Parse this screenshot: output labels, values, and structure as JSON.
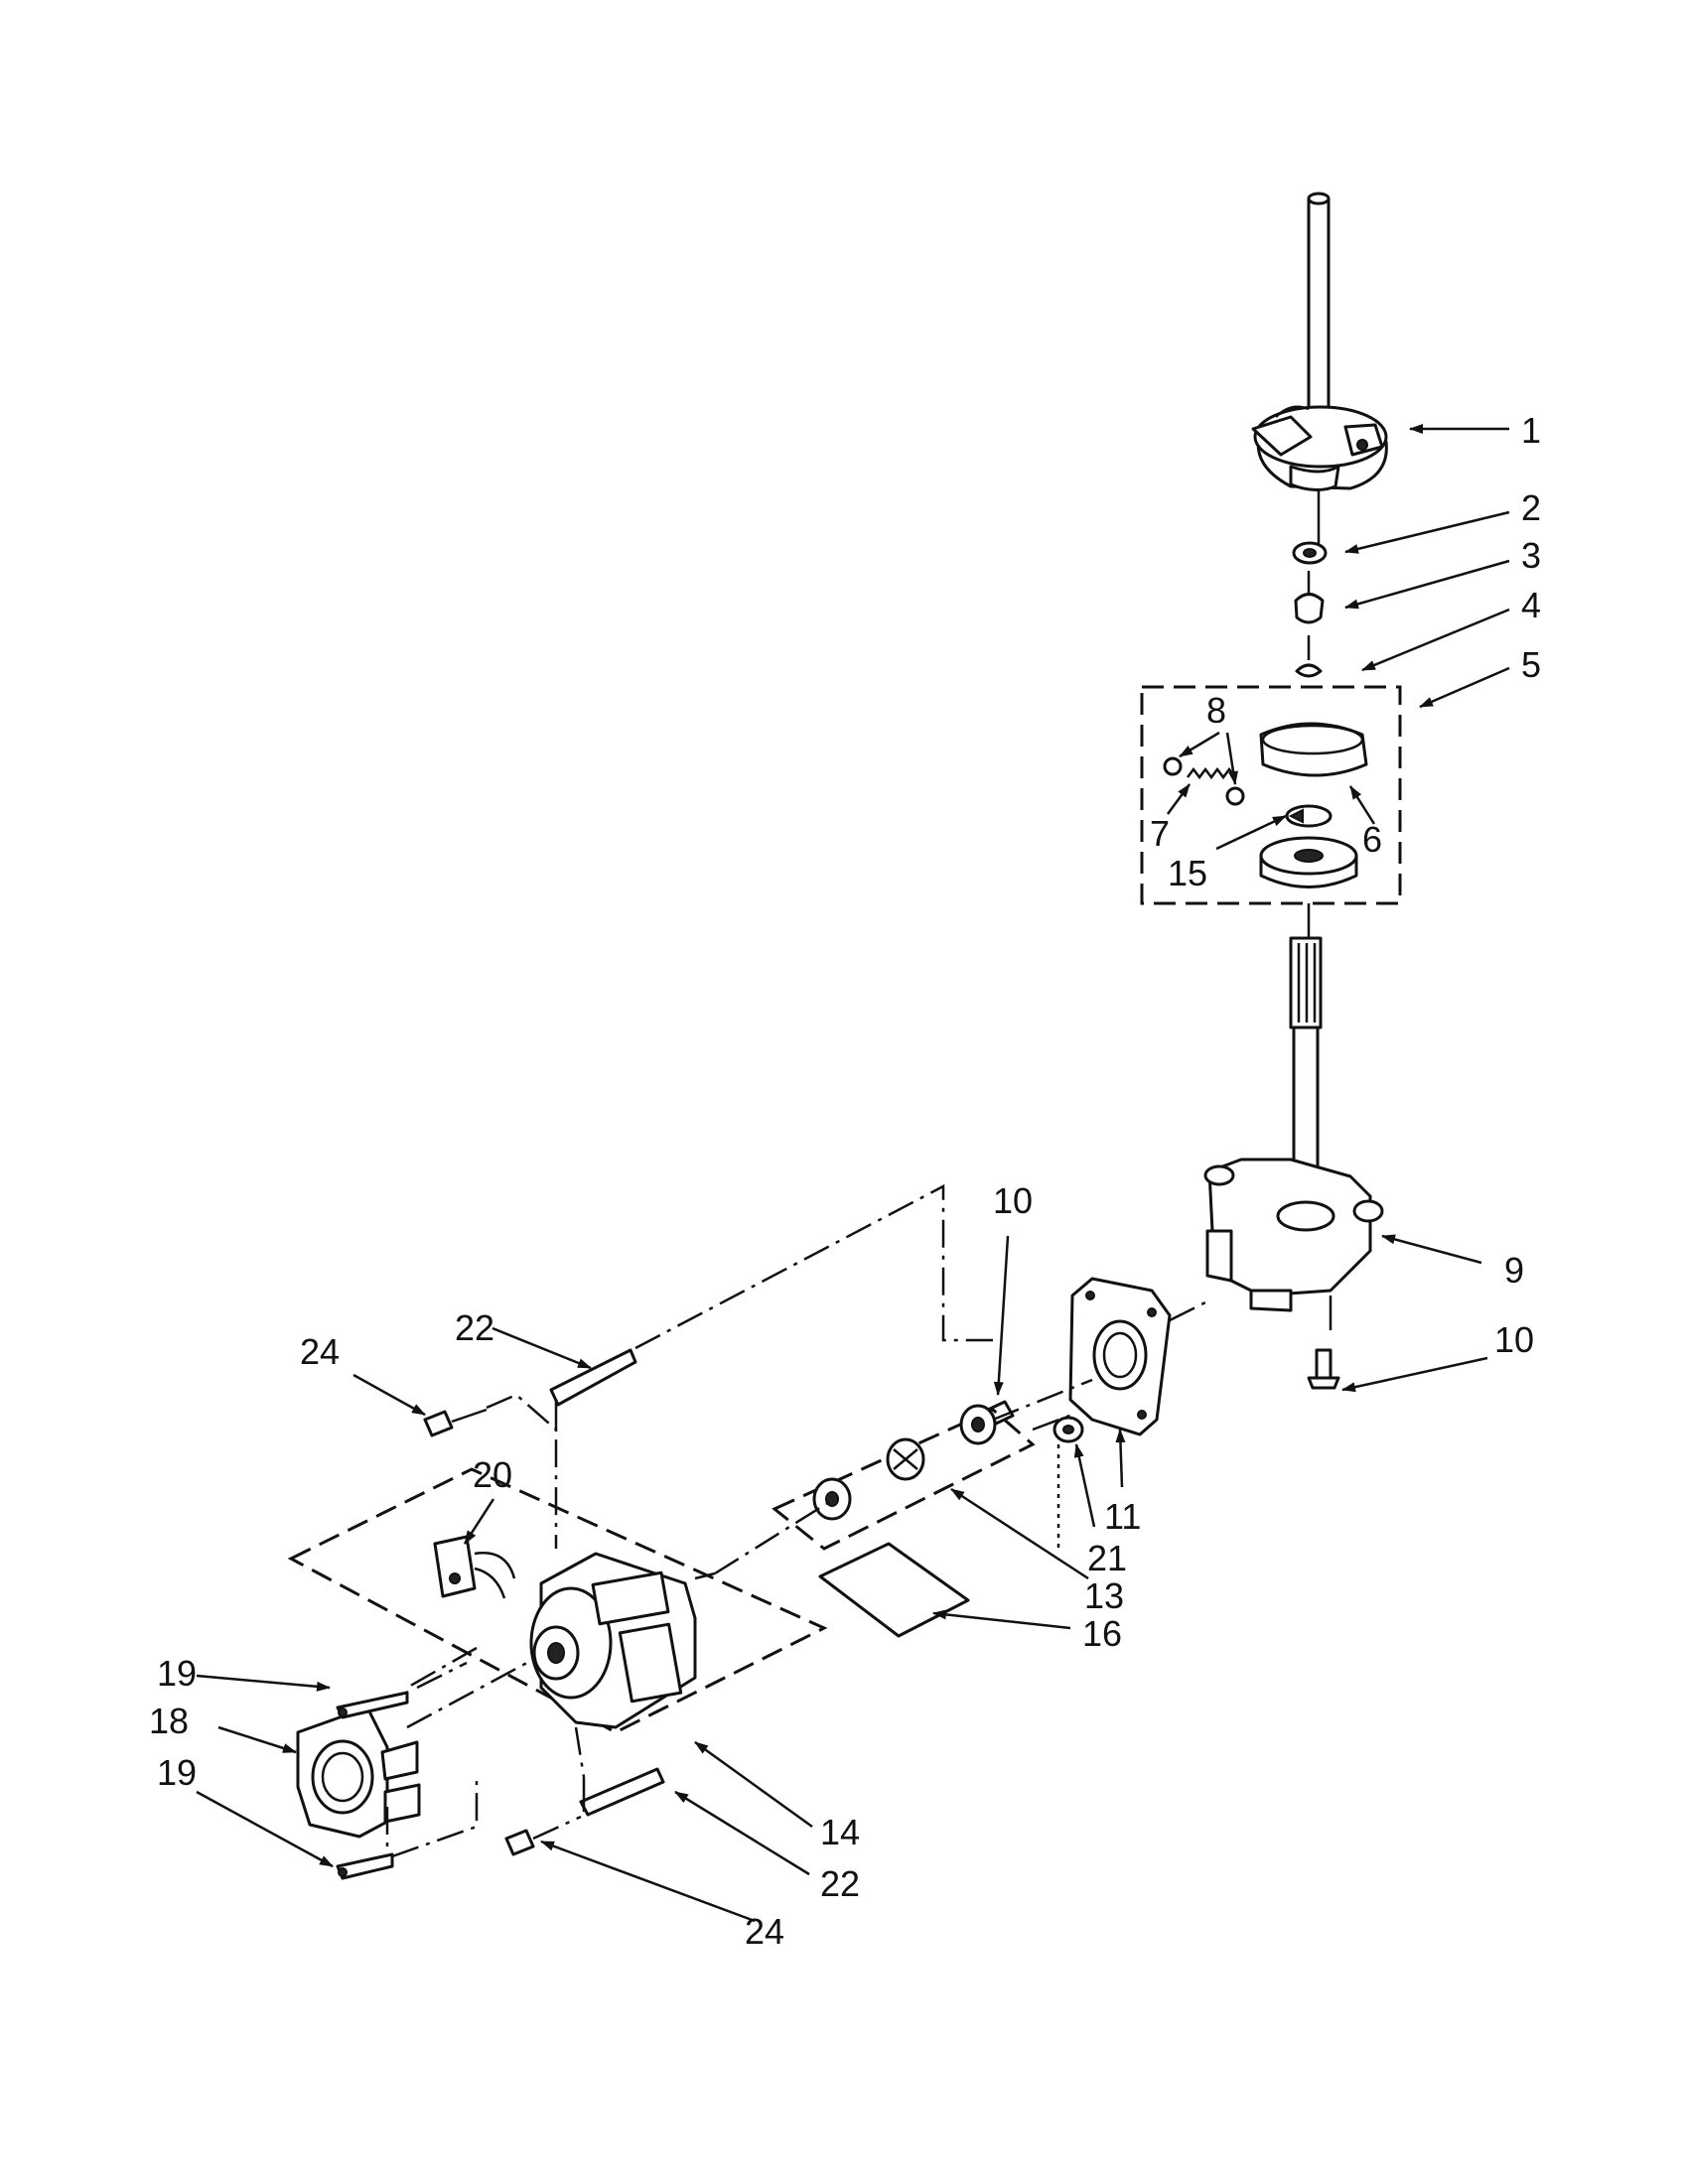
{
  "colors": {
    "ink": "#111111",
    "paper": "#ffffff"
  },
  "callouts": [
    {
      "text": "1"
    },
    {
      "text": "2"
    },
    {
      "text": "3"
    },
    {
      "text": "4"
    },
    {
      "text": "5"
    },
    {
      "text": "8"
    },
    {
      "text": "7"
    },
    {
      "text": "15"
    },
    {
      "text": "6"
    },
    {
      "text": "9"
    },
    {
      "text": "10"
    },
    {
      "text": "10"
    },
    {
      "text": "22"
    },
    {
      "text": "24"
    },
    {
      "text": "20"
    },
    {
      "text": "11"
    },
    {
      "text": "21"
    },
    {
      "text": "13"
    },
    {
      "text": "16"
    },
    {
      "text": "19"
    },
    {
      "text": "18"
    },
    {
      "text": "19"
    },
    {
      "text": "14"
    },
    {
      "text": "22"
    },
    {
      "text": "24"
    }
  ]
}
